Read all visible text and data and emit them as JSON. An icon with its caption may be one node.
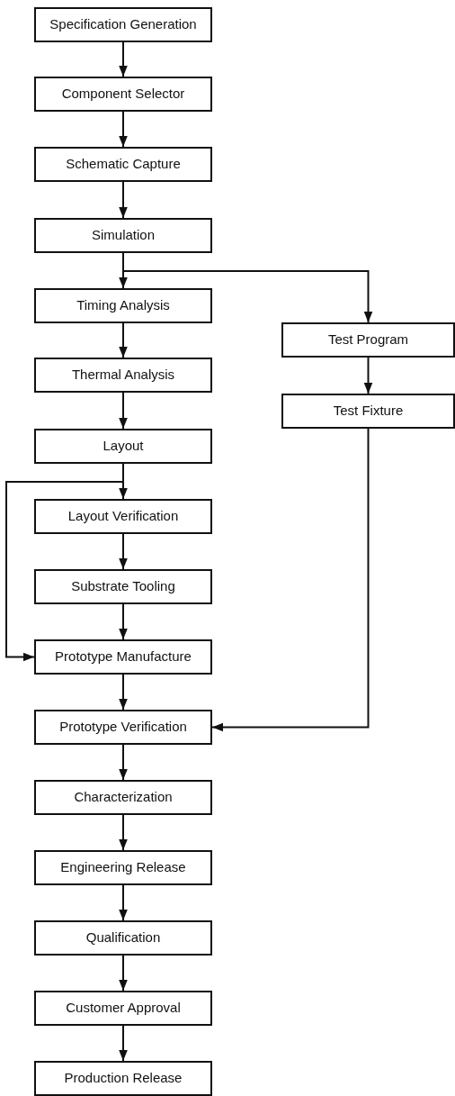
{
  "diagram": {
    "nodes": [
      {
        "text": [
          "Specification Generation"
        ]
      },
      {
        "text": [
          "Component Selector"
        ]
      },
      {
        "text": [
          "Schematic Capture"
        ]
      },
      {
        "text": [
          "Simulation"
        ]
      },
      {
        "text": [
          "Timing Analysis"
        ]
      },
      {
        "text": [
          "Test Program"
        ]
      },
      {
        "text": [
          "Thermal Analysis"
        ]
      },
      {
        "text": [
          "Test Fixture"
        ]
      },
      {
        "text": [
          "Layout"
        ]
      },
      {
        "text": [
          "Layout Verification"
        ]
      },
      {
        "text": [
          "Substrate Tooling"
        ]
      },
      {
        "text": [
          "Prototype Manufacture"
        ]
      },
      {
        "text": [
          "Prototype Verification"
        ]
      },
      {
        "text": [
          "Characterization"
        ]
      },
      {
        "text": [
          "Engineering Release"
        ]
      },
      {
        "text": [
          "Qualification"
        ]
      },
      {
        "text": [
          "Customer Approval"
        ]
      },
      {
        "text": [
          "Production Release"
        ]
      }
    ],
    "edges": [
      {
        "from": 0,
        "to": 1,
        "arrow": "to"
      },
      {
        "from": 1,
        "to": 2,
        "arrow": "to"
      },
      {
        "from": 2,
        "to": 3,
        "arrow": "to"
      },
      {
        "from": 3,
        "to": 4,
        "arrow": "to"
      },
      {
        "from": 3,
        "to": 5,
        "arrow": "to"
      },
      {
        "from": 4,
        "to": 6,
        "arrow": "to"
      },
      {
        "from": 5,
        "to": 7,
        "arrow": "to"
      },
      {
        "from": 6,
        "to": 8,
        "arrow": "to"
      },
      {
        "from": 8,
        "to": 9,
        "arrow": "to"
      },
      {
        "from": 8,
        "to": 11,
        "arrow": "to"
      },
      {
        "from": 9,
        "to": 10,
        "arrow": "to"
      },
      {
        "from": 10,
        "to": 11,
        "arrow": "to"
      },
      {
        "from": 11,
        "to": 12,
        "arrow": "to"
      },
      {
        "from": 7,
        "to": 12,
        "arrow": "to"
      },
      {
        "from": 12,
        "to": 13,
        "arrow": "to"
      },
      {
        "from": 13,
        "to": 14,
        "arrow": "to"
      },
      {
        "from": 14,
        "to": 15,
        "arrow": "to"
      },
      {
        "from": 15,
        "to": 16,
        "arrow": "to"
      },
      {
        "from": 16,
        "to": 17,
        "arrow": "to"
      }
    ]
  }
}
